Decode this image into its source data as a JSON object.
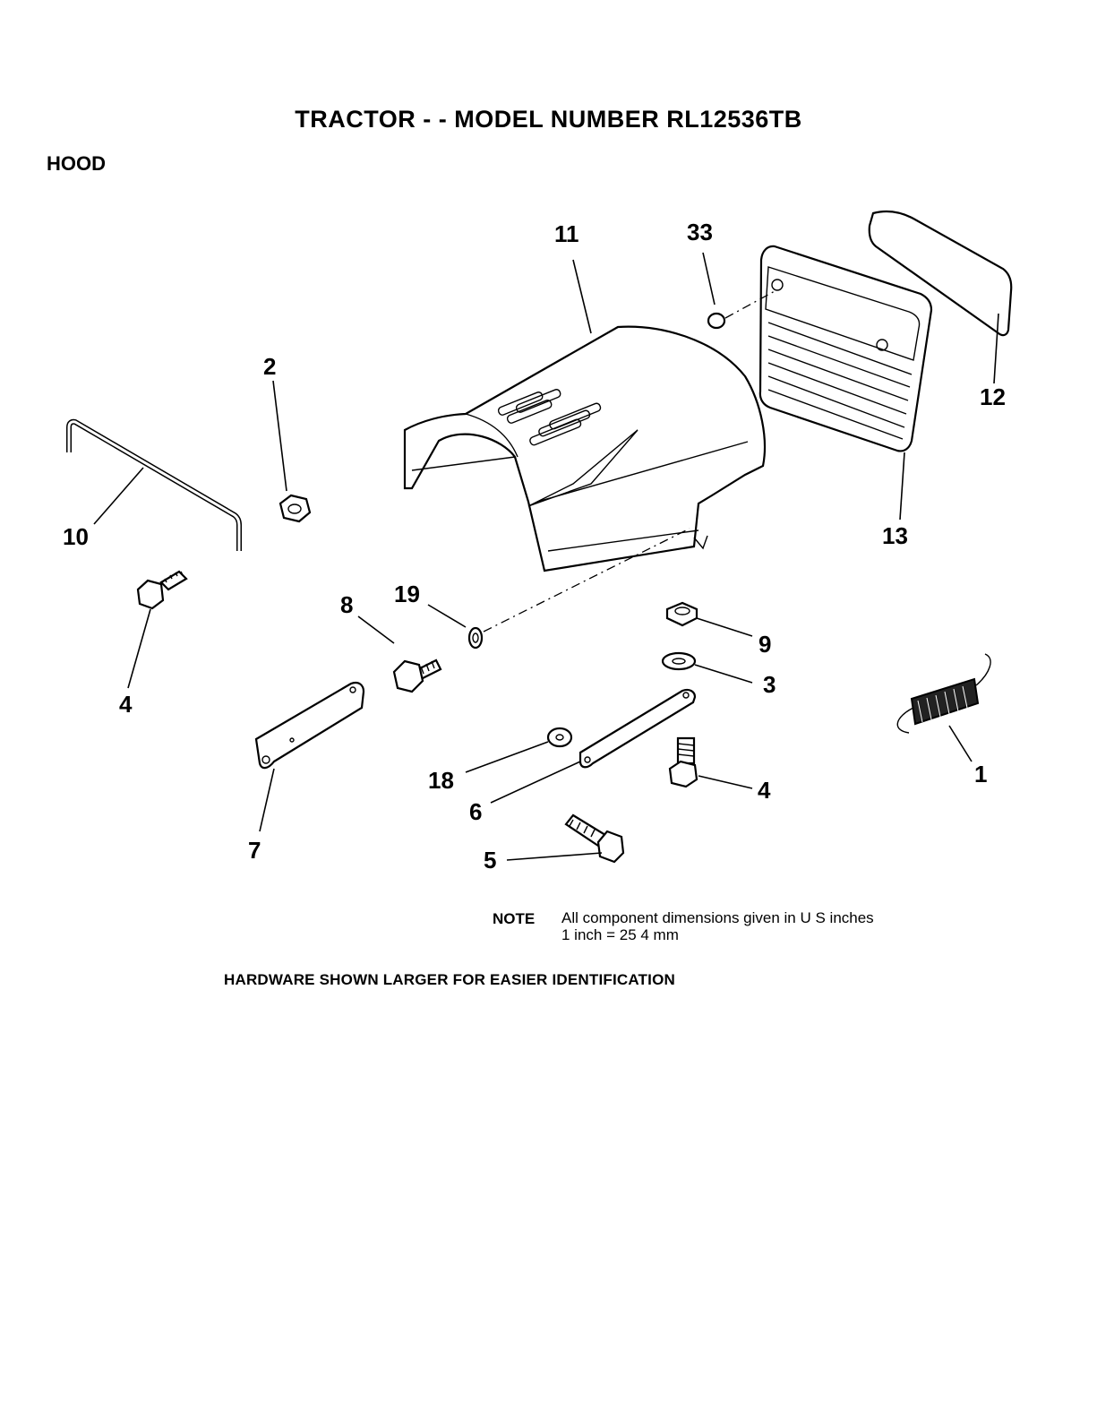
{
  "header": {
    "title": "TRACTOR - - MODEL NUMBER RL12536TB",
    "section": "HOOD"
  },
  "diagram": {
    "callouts": {
      "c11": "11",
      "c33": "33",
      "c12": "12",
      "c13": "13",
      "c2": "2",
      "c10": "10",
      "c4a": "4",
      "c19": "19",
      "c8": "8",
      "c9": "9",
      "c3": "3",
      "c1": "1",
      "c18": "18",
      "c6": "6",
      "c4b": "4",
      "c7": "7",
      "c5": "5"
    }
  },
  "footer": {
    "note_label": "NOTE",
    "note_line1": "All component dimensions given in U S  inches",
    "note_line2": "1 inch = 25 4 mm",
    "hardware_note": "HARDWARE SHOWN LARGER FOR EASIER IDENTIFICATION"
  }
}
